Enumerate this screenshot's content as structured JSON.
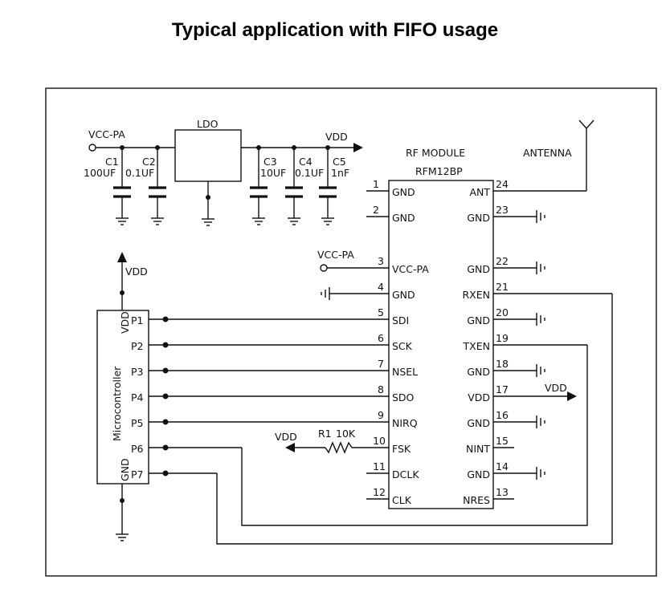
{
  "title": "Typical application with FIFO usage",
  "power": {
    "vcc_pa_top": "VCC-PA",
    "ldo": "LDO",
    "vdd_out": "VDD",
    "caps": [
      {
        "name": "C1",
        "value": "100UF"
      },
      {
        "name": "C2",
        "value": "0.1UF"
      },
      {
        "name": "C3",
        "value": "10UF"
      },
      {
        "name": "C4",
        "value": "0.1UF"
      },
      {
        "name": "C5",
        "value": "1nF"
      }
    ]
  },
  "module": {
    "title": "RF MODULE",
    "part": "RFM12BP",
    "antenna": "ANTENNA",
    "left_pins": [
      {
        "num": "1",
        "name": "GND"
      },
      {
        "num": "2",
        "name": "GND"
      },
      {
        "num": "3",
        "name": "VCC-PA"
      },
      {
        "num": "4",
        "name": "GND"
      },
      {
        "num": "5",
        "name": "SDI"
      },
      {
        "num": "6",
        "name": "SCK"
      },
      {
        "num": "7",
        "name": "NSEL"
      },
      {
        "num": "8",
        "name": "SDO"
      },
      {
        "num": "9",
        "name": "NIRQ"
      },
      {
        "num": "10",
        "name": "FSK"
      },
      {
        "num": "11",
        "name": "DCLK"
      },
      {
        "num": "12",
        "name": "CLK"
      }
    ],
    "right_pins": [
      {
        "num": "24",
        "name": "ANT"
      },
      {
        "num": "23",
        "name": "GND"
      },
      {
        "num": "22",
        "name": "GND"
      },
      {
        "num": "21",
        "name": "RXEN"
      },
      {
        "num": "20",
        "name": "GND"
      },
      {
        "num": "19",
        "name": "TXEN"
      },
      {
        "num": "18",
        "name": "GND"
      },
      {
        "num": "17",
        "name": "VDD"
      },
      {
        "num": "16",
        "name": "GND"
      },
      {
        "num": "15",
        "name": "NINT"
      },
      {
        "num": "14",
        "name": "GND"
      },
      {
        "num": "13",
        "name": "NRES"
      }
    ],
    "vcc_pa_in": "VCC-PA",
    "vdd_out": "VDD"
  },
  "mcu": {
    "name": "Microcontroller",
    "vdd_label": "VDD",
    "gnd_label": "GND",
    "vdd_arrow": "VDD",
    "pins": [
      "P1",
      "P2",
      "P3",
      "P4",
      "P5",
      "P6",
      "P7"
    ]
  },
  "fsk": {
    "vdd": "VDD",
    "resistor": "R1",
    "value": "10K"
  }
}
